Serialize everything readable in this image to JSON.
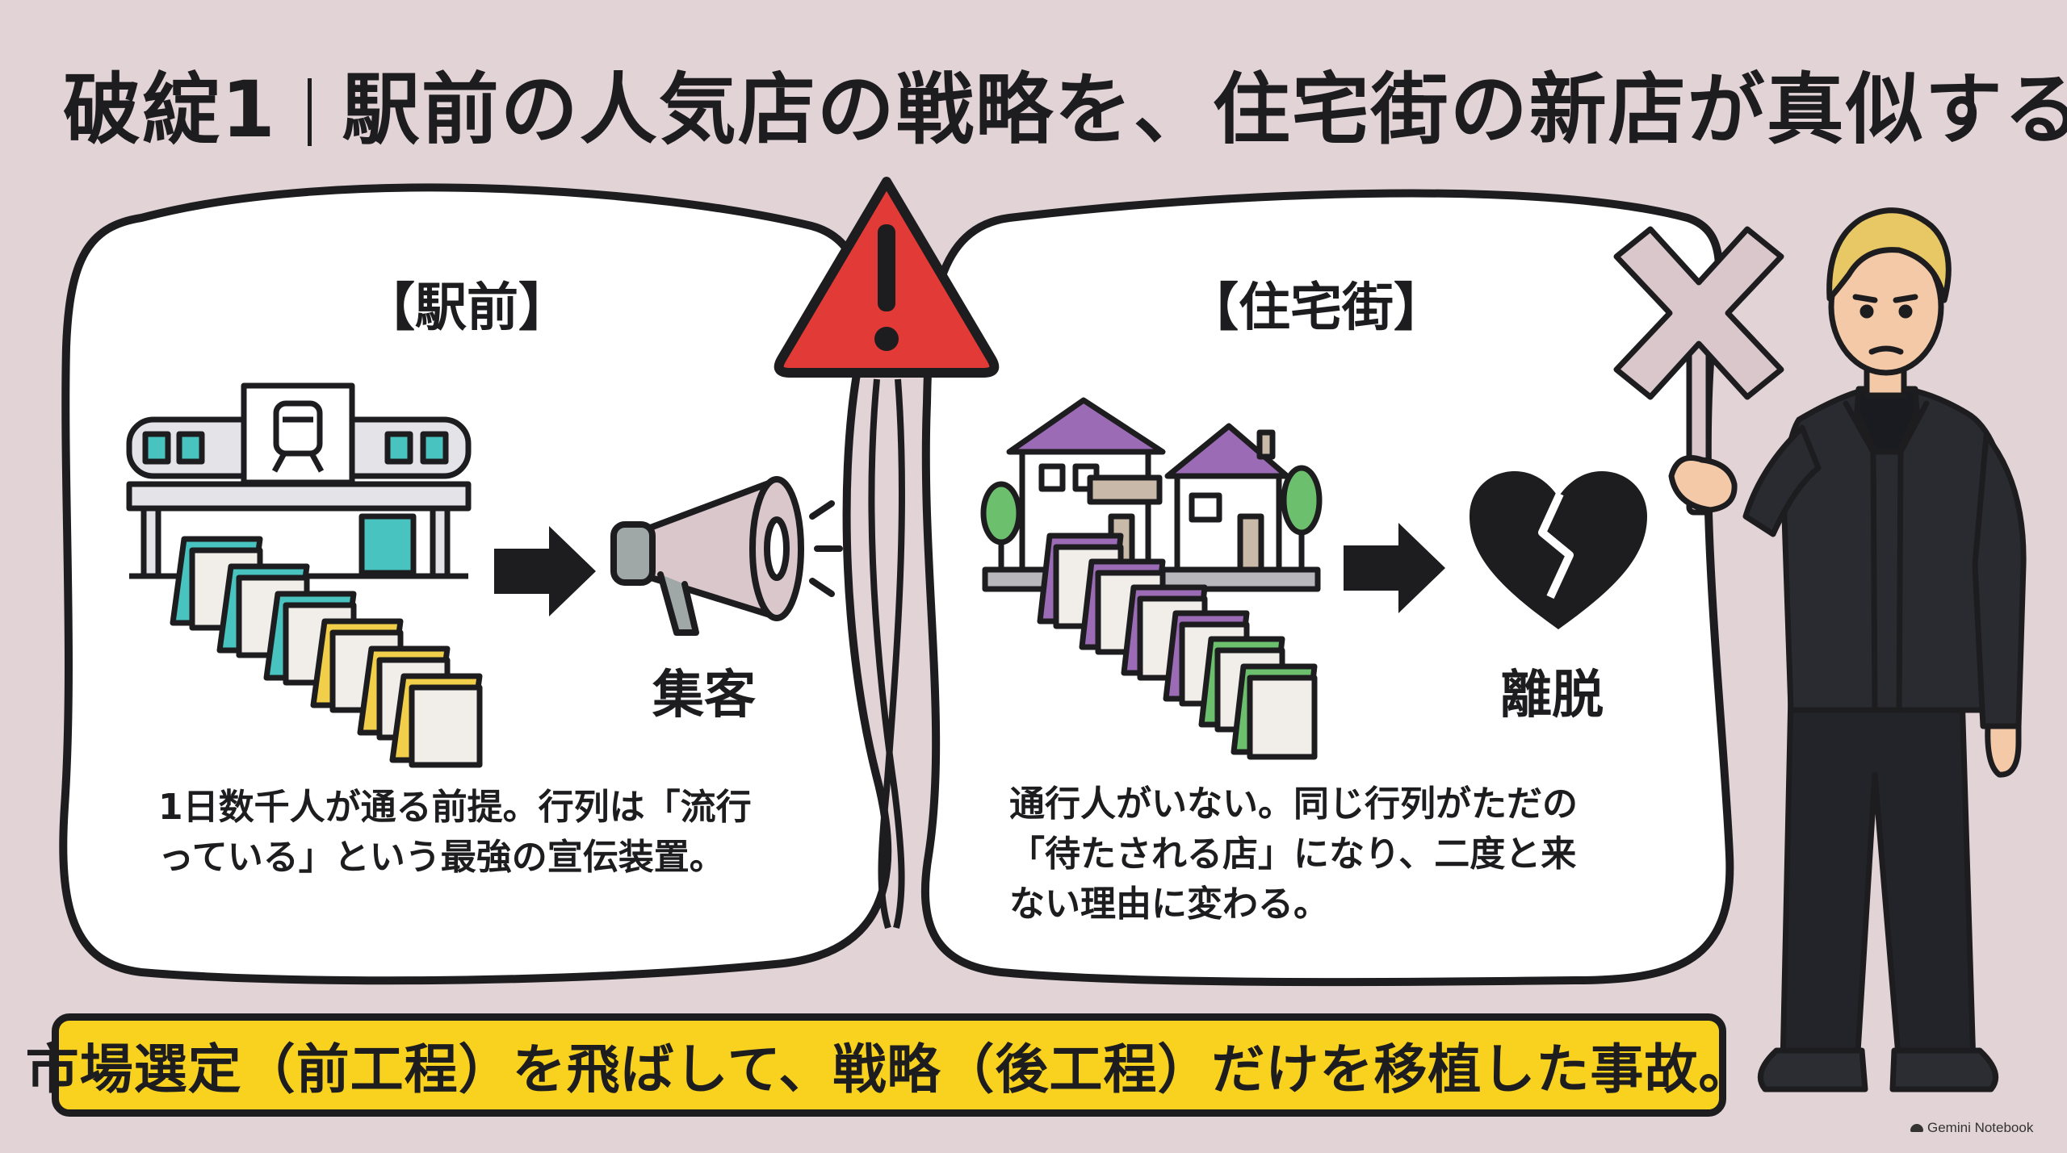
{
  "title": {
    "lead": "破綻1",
    "main": "駅前の人気店の戦略を、住宅街の新店が真似する"
  },
  "left_panel": {
    "heading": "【駅前】",
    "label": "集客",
    "lines": [
      "1日数千人が通る前提。行列は「流行",
      "っている」という最強の宣伝装置。"
    ]
  },
  "right_panel": {
    "heading": "【住宅街】",
    "label": "離脱",
    "lines": [
      "通行人がいない。同じ行列がただの",
      "「待たされる店」になり、二度と来",
      "ない理由に変わる。"
    ]
  },
  "banner": {
    "text": "市場選定（前工程）を飛ばして、戦略（後工程）だけを移植した事故。"
  },
  "watermark": "Gemini Notebook",
  "icons": [
    "train-station-icon",
    "megaphone-icon",
    "houses-icon",
    "broken-heart-icon",
    "warning-icon",
    "x-sign-icon",
    "arrow-right-icon",
    "queue-blocks-icon",
    "person-illustration"
  ],
  "colors": {
    "background": "#e2d3d6",
    "banner": "#f8d21e",
    "warning": "#e23a36",
    "outline": "#1d1d1f",
    "queue_left": [
      "#48c3bf",
      "#48c3bf",
      "#48c3bf",
      "#f1cf4a",
      "#f1cf4a",
      "#f1cf4a"
    ],
    "queue_right": [
      "#9b6bb5",
      "#9b6bb5",
      "#9b6bb5",
      "#9b6bb5",
      "#6cbf6c",
      "#6cbf6c"
    ]
  }
}
